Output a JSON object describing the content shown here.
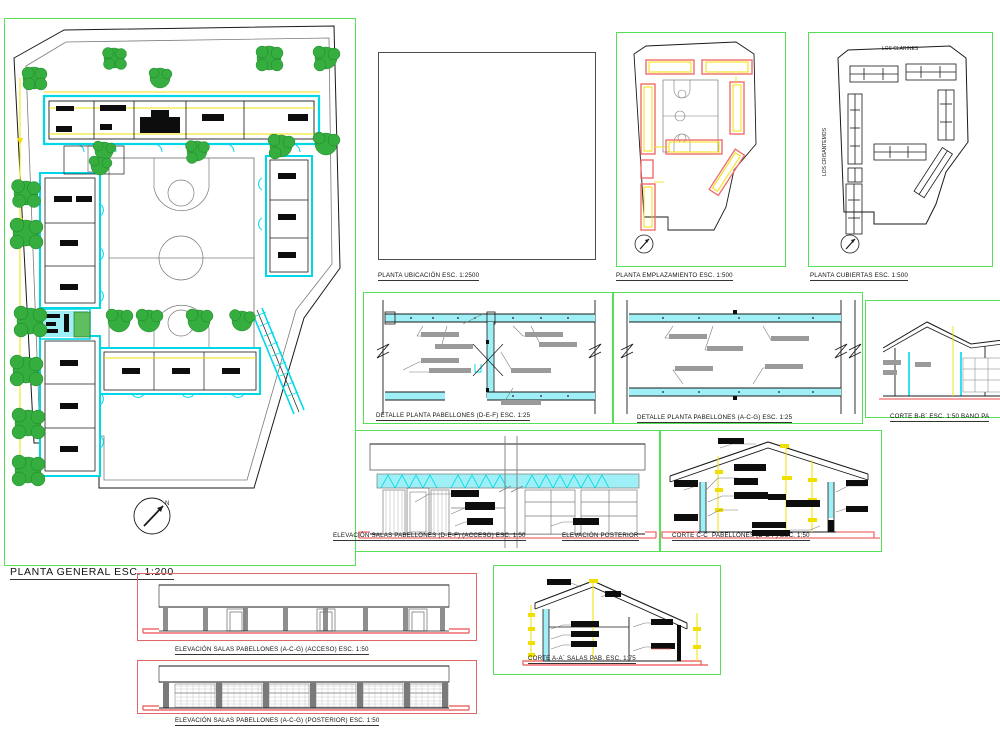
{
  "sheet": {
    "title_main": "PLANTA GENERAL ESC. 1:200",
    "background": "#ffffff",
    "colors": {
      "frame_green": "#55e055",
      "frame_red": "#e06666",
      "wall_cyan": "#00d8e8",
      "dimension_yellow": "#f0e000",
      "ground_red": "#ef6c6c",
      "tree_green": "#22aa33",
      "line_black": "#1a1a1a",
      "line_gray": "#7b7b7b"
    }
  },
  "panels": [
    {
      "id": "planta-general",
      "caption": "PLANTA GENERAL ESC. 1:200",
      "scale": "1:200",
      "type": "site-plan"
    },
    {
      "id": "planta-ubicacion",
      "caption": "PLANTA UBICACIÓN ESC. 1:2500",
      "scale": "1:2500",
      "type": "location-plan"
    },
    {
      "id": "planta-emplazamiento",
      "caption": "PLANTA EMPLAZAMIENTO ESC. 1:500",
      "scale": "1:500",
      "type": "site-layout"
    },
    {
      "id": "planta-cubiertas",
      "caption": "PLANTA CUBIERTAS ESC. 1:500",
      "scale": "1:500",
      "type": "roof-plan"
    },
    {
      "id": "detalle-def",
      "caption": "DETALLE PLANTA PABELLONES (D-E-F) ESC. 1:25",
      "scale": "1:25",
      "type": "detail-plan"
    },
    {
      "id": "detalle-acg",
      "caption": "DETALLE PLANTA PABELLONES (A-C-G) ESC. 1:25",
      "scale": "1:25",
      "type": "detail-plan"
    },
    {
      "id": "corte-bb",
      "caption": "CORTE B-B´ ESC. 1:50 BAÑO PA",
      "scale": "1:50",
      "type": "section"
    },
    {
      "id": "elev-def-acceso",
      "caption": "ELEVACIÓN SALAS PABELLONES (D-E-F) (ACCESO) ESC. 1:50",
      "scale": "1:50",
      "type": "elevation"
    },
    {
      "id": "elev-posterior",
      "caption": "ELEVACIÓN POSTERIOR",
      "scale": "",
      "type": "elevation"
    },
    {
      "id": "corte-cc",
      "caption": "CORTE C-C´ PABELLONES (D-E-F) ESC. 1:50",
      "scale": "1:50",
      "type": "section"
    },
    {
      "id": "elev-acg-acceso",
      "caption": "ELEVACIÓN  SALAS PABELLONES (A-C-G) (ACCESO) ESC. 1:50",
      "scale": "1:50",
      "type": "elevation"
    },
    {
      "id": "elev-acg-posterior",
      "caption": "ELEVACIÓN  SALAS PABELLONES (A-C-G) (POSTERIOR) ESC. 1:50",
      "scale": "1:50",
      "type": "elevation"
    },
    {
      "id": "corte-aa",
      "caption": "CORTE A-A´ SALAS PAB. ESC. 1:75",
      "scale": "1:75",
      "type": "section"
    }
  ],
  "streets": {
    "top": "LOS CLARINES",
    "left": "LOS CRISANTEMOS"
  },
  "north_arrows": [
    {
      "panel": "planta-general"
    },
    {
      "panel": "planta-emplazamiento"
    },
    {
      "panel": "planta-cubiertas"
    }
  ]
}
